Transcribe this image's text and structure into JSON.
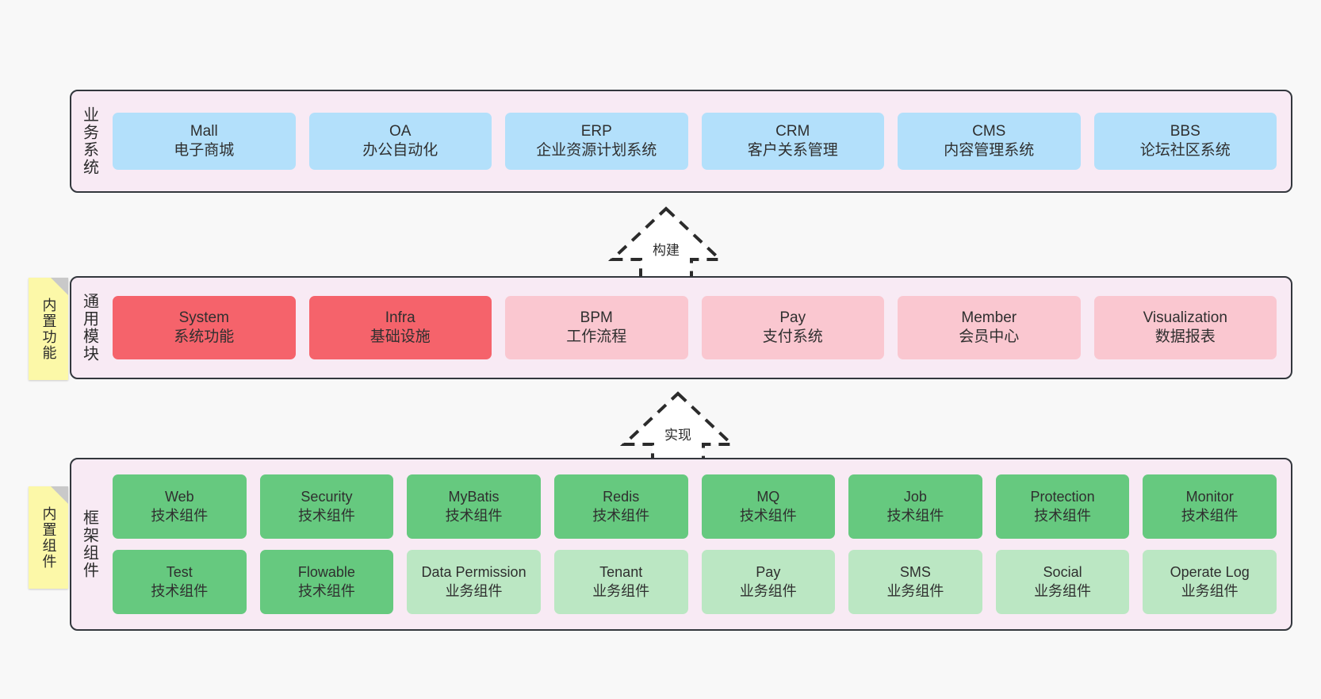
{
  "diagram": {
    "background_color": "#f8f8f8",
    "panel_color": "#f8eaf4",
    "panel_border_color": "#33373d",
    "note_color": "#fcf8a8",
    "note_fold_color": "#c9c9c9",
    "accent_colors": {
      "business": "#b3e0fb",
      "module_core": "#f5636b",
      "module_plain": "#fac7d0",
      "tech_component": "#66c97f",
      "business_component": "#bbe7c3"
    }
  },
  "layers": [
    {
      "id": "business",
      "title": "业务系统",
      "rows": [
        {
          "cards": [
            {
              "name": "Mall",
              "sub": "电子商城",
              "style": "c-blue"
            },
            {
              "name": "OA",
              "sub": "办公自动化",
              "style": "c-blue"
            },
            {
              "name": "ERP",
              "sub": "企业资源计划系统",
              "style": "c-blue"
            },
            {
              "name": "CRM",
              "sub": "客户关系管理",
              "style": "c-blue"
            },
            {
              "name": "CMS",
              "sub": "内容管理系统",
              "style": "c-blue"
            },
            {
              "name": "BBS",
              "sub": "论坛社区系统",
              "style": "c-blue"
            }
          ]
        }
      ]
    },
    {
      "id": "common",
      "title": "通用模块",
      "note": "内置功能",
      "rows": [
        {
          "cards": [
            {
              "name": "System",
              "sub": "系统功能",
              "style": "c-red"
            },
            {
              "name": "Infra",
              "sub": "基础设施",
              "style": "c-red"
            },
            {
              "name": "BPM",
              "sub": "工作流程",
              "style": "c-pink"
            },
            {
              "name": "Pay",
              "sub": "支付系统",
              "style": "c-pink"
            },
            {
              "name": "Member",
              "sub": "会员中心",
              "style": "c-pink"
            },
            {
              "name": "Visualization",
              "sub": "数据报表",
              "style": "c-pink"
            }
          ]
        }
      ]
    },
    {
      "id": "framework",
      "title": "框架组件",
      "note": "内置组件",
      "rows": [
        {
          "cards": [
            {
              "name": "Web",
              "sub": "技术组件",
              "style": "c-green"
            },
            {
              "name": "Security",
              "sub": "技术组件",
              "style": "c-green"
            },
            {
              "name": "MyBatis",
              "sub": "技术组件",
              "style": "c-green"
            },
            {
              "name": "Redis",
              "sub": "技术组件",
              "style": "c-green"
            },
            {
              "name": "MQ",
              "sub": "技术组件",
              "style": "c-green"
            },
            {
              "name": "Job",
              "sub": "技术组件",
              "style": "c-green"
            },
            {
              "name": "Protection",
              "sub": "技术组件",
              "style": "c-green"
            },
            {
              "name": "Monitor",
              "sub": "技术组件",
              "style": "c-green"
            }
          ]
        },
        {
          "cards": [
            {
              "name": "Test",
              "sub": "技术组件",
              "style": "c-green"
            },
            {
              "name": "Flowable",
              "sub": "技术组件",
              "style": "c-green"
            },
            {
              "name": "Data Permission",
              "sub": "业务组件",
              "style": "c-green-light"
            },
            {
              "name": "Tenant",
              "sub": "业务组件",
              "style": "c-green-light"
            },
            {
              "name": "Pay",
              "sub": "业务组件",
              "style": "c-green-light"
            },
            {
              "name": "SMS",
              "sub": "业务组件",
              "style": "c-green-light"
            },
            {
              "name": "Social",
              "sub": "业务组件",
              "style": "c-green-light"
            },
            {
              "name": "Operate Log",
              "sub": "业务组件",
              "style": "c-green-light"
            }
          ]
        }
      ]
    }
  ],
  "arrows": [
    {
      "id": "build",
      "label": "构建",
      "direction": "up",
      "style": "dashed-hollow"
    },
    {
      "id": "implement",
      "label": "实现",
      "direction": "up",
      "style": "dashed-hollow"
    }
  ]
}
